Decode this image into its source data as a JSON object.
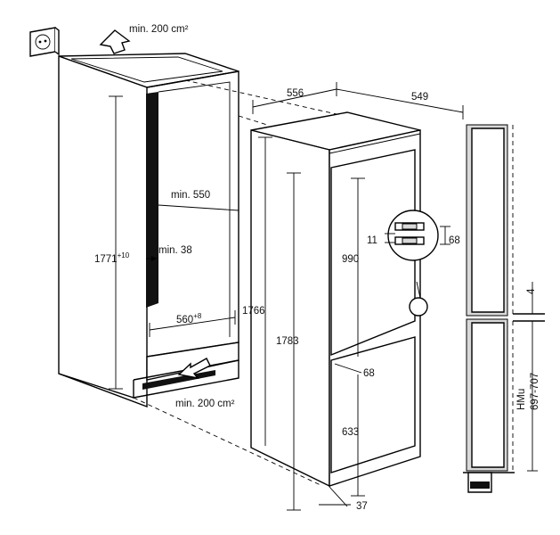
{
  "labels": {
    "vent_top": "min. 200 cm²",
    "vent_bottom": "min. 200 cm²",
    "depth_min": "min. 550",
    "side_gap": "min. 38",
    "niche_height_base": "1771",
    "niche_height_tol": "+10",
    "niche_width_base": "560",
    "niche_width_tol": "+8",
    "appl_depth": "556",
    "appl_width": "549",
    "h_1766": "1766",
    "h_1783": "1783",
    "h_990": "990",
    "h_633": "633",
    "d_11": "11",
    "d_68_top": "68",
    "d_68_mid": "68",
    "d_37": "37",
    "side_4": "4",
    "hmu_title": "HMu",
    "hmu_range": "697-707"
  },
  "icons": {
    "socket": "power-socket-icon",
    "vent_up": "airflow-up-arrow-icon",
    "vent_in": "airflow-in-arrow-icon"
  }
}
